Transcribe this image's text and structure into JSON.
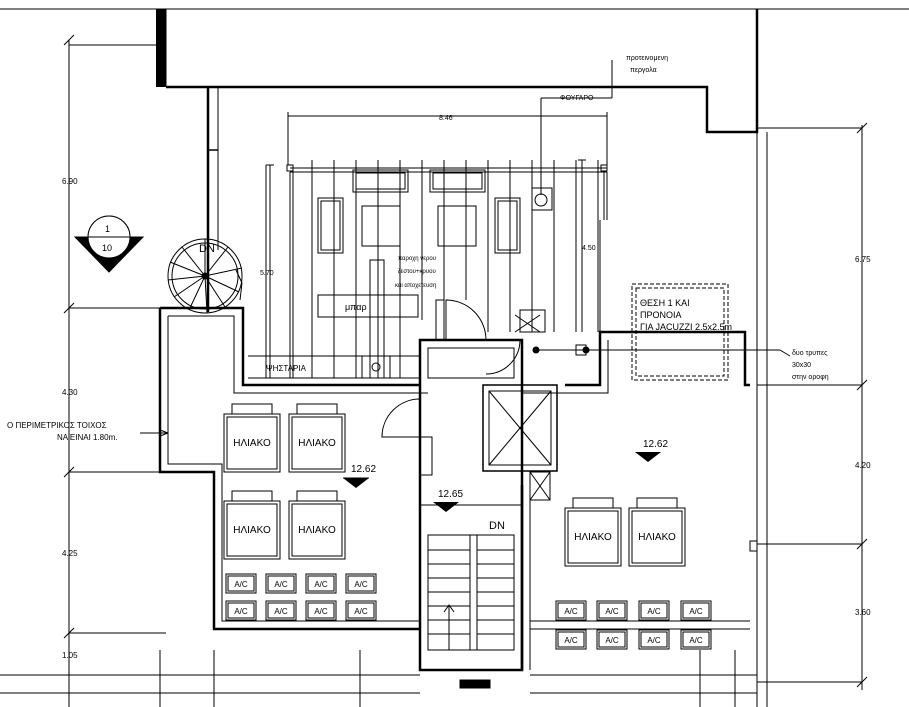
{
  "dimensions": {
    "left_top": "6.90",
    "left_mid": "4.30",
    "left_low": "4.25",
    "left_bottom": "1.05",
    "right_top": "6.75",
    "right_mid": "4.20",
    "right_low": "3.60",
    "pergola_width": "8.46",
    "pergola_depth": "5.70",
    "pergola_depth_right": "4.50"
  },
  "section_marker": {
    "top": "1",
    "bottom": "10"
  },
  "labels": {
    "dn_spiral": "DN",
    "dn_stair": "DN",
    "pergola_note_1": "προτεινομενη",
    "pergola_note_2": "περγολα",
    "fireplace": "ΦΟΥΓΑΡΟ",
    "water_1": "παροχη νερου",
    "water_2": "ζεστου+κρυου",
    "water_3": "και αποχετευση",
    "bar": "μπαρ",
    "grill": "ΨΗΣΤΑΡΙΑ",
    "jacuzzi_1": "ΘΕΣΗ 1 ΚΑΙ",
    "jacuzzi_2": "ΠΡΟΝΟΙΑ",
    "jacuzzi_3": "ΓΙΑ JACUZZI 2.5x2.5m",
    "holes_1": "δυο τρυπες",
    "holes_2": "30x30",
    "holes_3": "στην οροφη",
    "wall_note_1": "Ο ΠΕΡΙΜΕΤΡΙΚΟΣ ΤΟΙΧΟΣ",
    "wall_note_2": "ΝΑ ΕΙΝΑΙ 1.80m."
  },
  "levels": {
    "left": "12.62",
    "right": "12.62",
    "stair": "12.65"
  },
  "solar_label": "ΗΛΙΑΚΟ",
  "ac_label": "A/C"
}
